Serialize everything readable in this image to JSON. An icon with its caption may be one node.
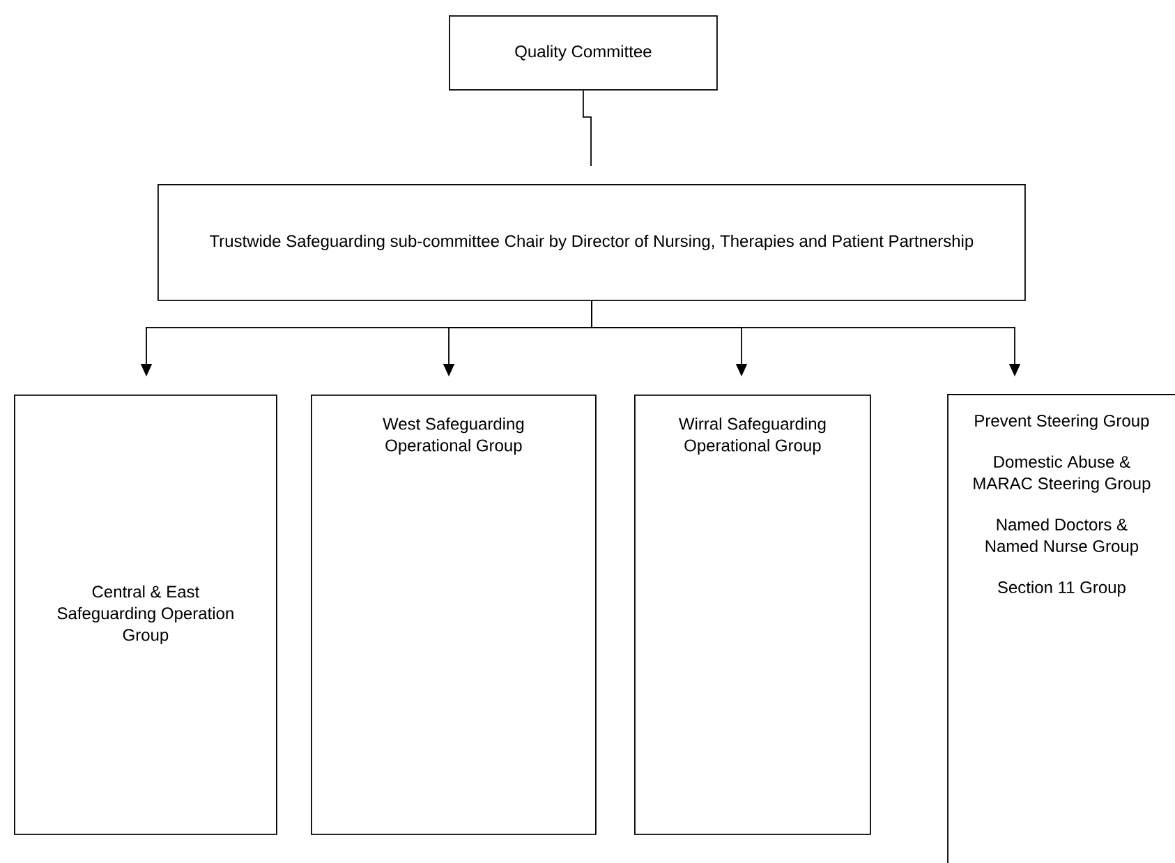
{
  "diagram": {
    "nodes": [
      {
        "text": [
          "Quality Committee"
        ]
      },
      {
        "text": [
          "Trustwide Safeguarding sub-committee Chair by Director of Nursing, Therapies and Patient Partnership"
        ]
      },
      {
        "text": [
          "Central & East Safeguarding Operation Group"
        ]
      },
      {
        "text": [
          "West Safeguarding Operational Group"
        ]
      },
      {
        "text": [
          "Wirral Safeguarding Operational Group"
        ]
      },
      {
        "text": [
          "Prevent Steering Group",
          "Domestic Abuse & MARAC Steering Group",
          "Named Doctors & Named Nurse Group",
          "Section 11 Group"
        ]
      }
    ],
    "edges": [
      {
        "from": 0,
        "to": 1,
        "arrow": "none"
      },
      {
        "from": 1,
        "to": 2,
        "arrow": "to"
      },
      {
        "from": 1,
        "to": 3,
        "arrow": "to"
      },
      {
        "from": 1,
        "to": 4,
        "arrow": "to"
      },
      {
        "from": 1,
        "to": 5,
        "arrow": "to"
      }
    ]
  }
}
